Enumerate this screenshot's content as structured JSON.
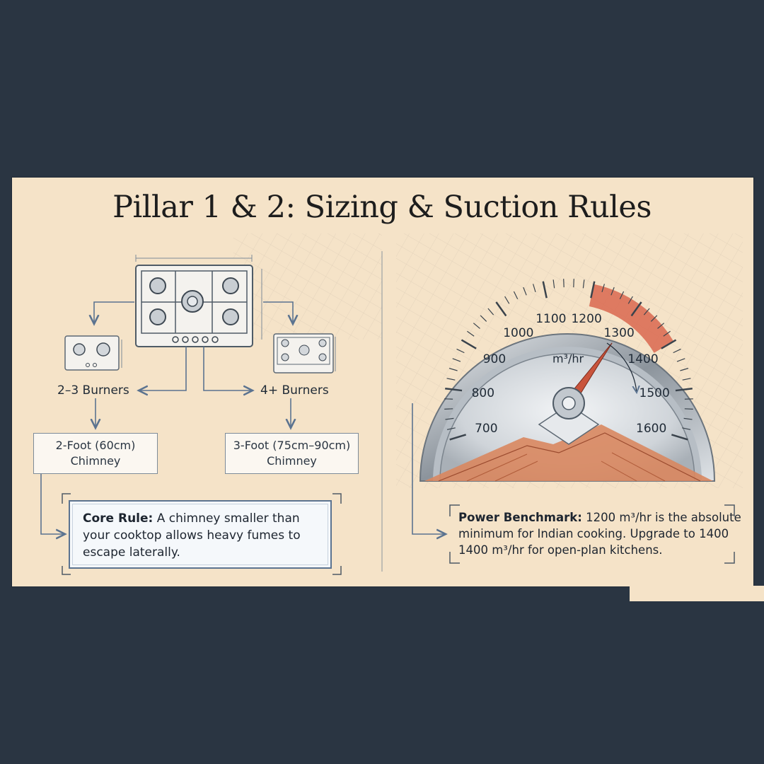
{
  "title": "Pillar 1 & 2: Sizing & Suction Rules",
  "left": {
    "small_label": "2–3 Burners",
    "large_label": "4+ Burners",
    "small_chimney": {
      "line1": "2-Foot (60cm)",
      "line2": "Chimney"
    },
    "large_chimney": {
      "line1": "3-Foot (75cm–90cm)",
      "line2": "Chimney"
    },
    "core_rule": {
      "bold": "Core Rule:",
      "text": "A chimney smaller than your cooktop allows heavy fumes to escape laterally."
    }
  },
  "gauge": {
    "unit": "m³/hr",
    "ticks": [
      "700",
      "800",
      "900",
      "1000",
      "1100",
      "1200",
      "1300",
      "1400",
      "1500",
      "1600"
    ],
    "needle_value": 1300,
    "red_zone_start": 1200
  },
  "right": {
    "benchmark": {
      "bold": "Power Benchmark:",
      "text": "1200 m³/hr is the absolute minimum for Indian cooking. Upgrade to 1400 1400 m³/hr for open-plan kitchens."
    }
  },
  "colors": {
    "background": "#2a3542",
    "panel": "#f5e3c8",
    "accent_red": "#d9674f",
    "line_blue": "#5b7390"
  }
}
